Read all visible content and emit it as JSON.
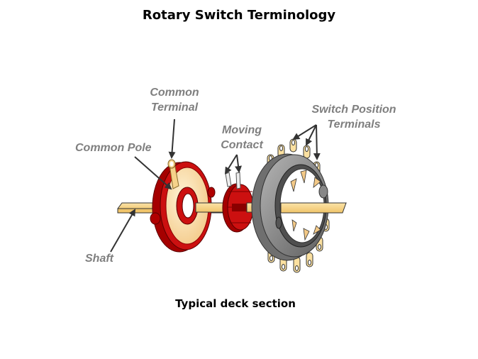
{
  "title": "Rotary Switch Terminology",
  "caption": "Typical deck section",
  "labels": {
    "common_terminal_line1": "Common",
    "common_terminal_line2": "Terminal",
    "common_pole": "Common Pole",
    "moving_contact_line1": "Moving",
    "moving_contact_line2": "Contact",
    "switch_position_line1": "Switch Position",
    "switch_position_line2": "Terminals",
    "shaft": "Shaft"
  },
  "colors": {
    "label_gray": "#7f7f7f",
    "red_part": "#c00000",
    "shaft_tan": "#f7d58a",
    "deck_gray": "#8c8c8c"
  }
}
